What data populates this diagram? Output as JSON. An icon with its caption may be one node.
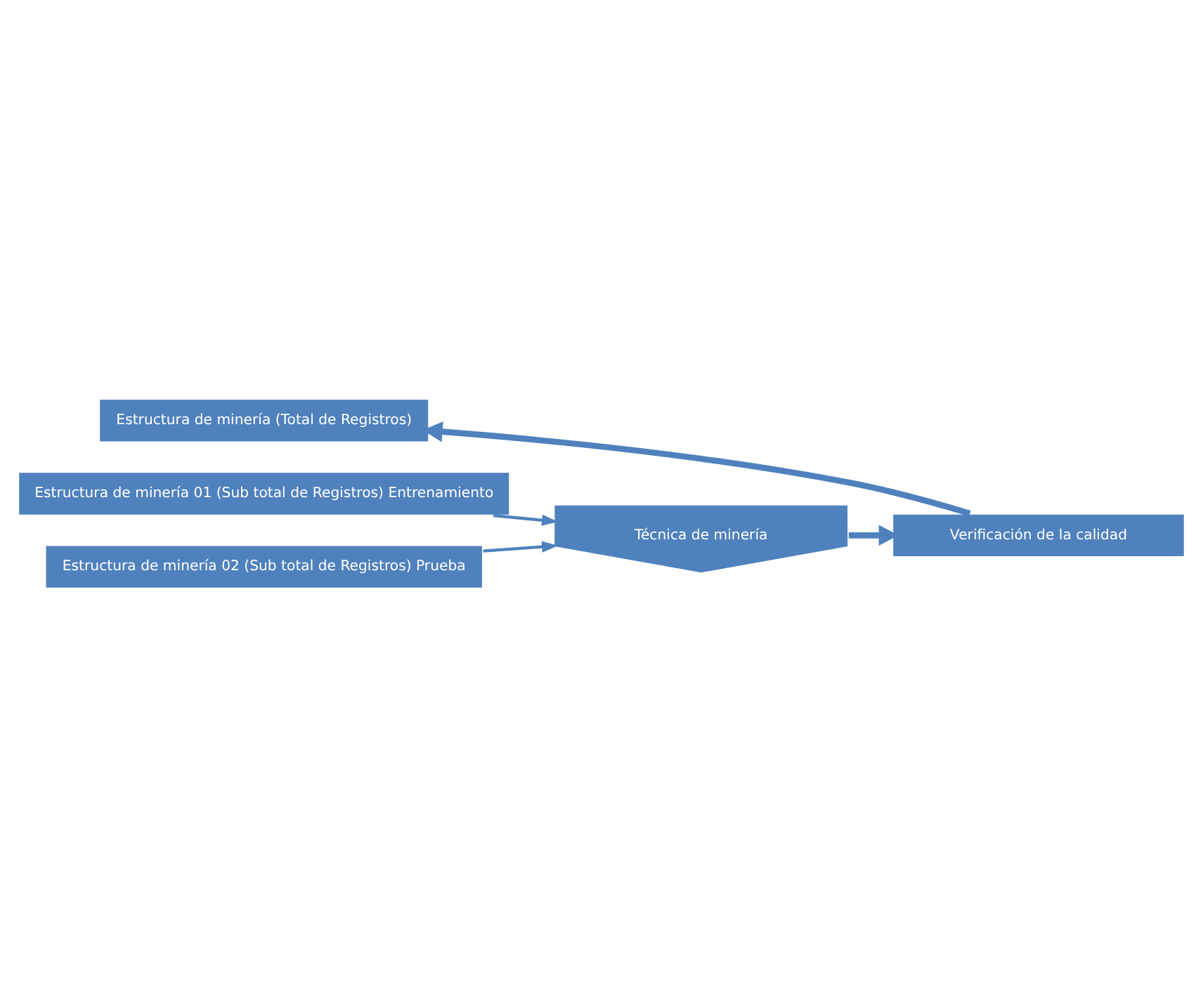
{
  "diagram": {
    "nodes": [
      {
        "text": [
          "Estructura de minería (Total de Registros)"
        ]
      },
      {
        "text": [
          "Estructura de minería 01 (Sub total de Registros) Entrenamiento"
        ]
      },
      {
        "text": [
          "Estructura de minería 02 (Sub total de Registros) Prueba"
        ]
      },
      {
        "text": [
          "Técnica de minería"
        ]
      },
      {
        "text": [
          "Verificación de la calidad"
        ]
      }
    ],
    "edges": [
      {
        "from": 1,
        "to": 3,
        "arrow": "to"
      },
      {
        "from": 2,
        "to": 3,
        "arrow": "to"
      },
      {
        "from": 3,
        "to": 4,
        "arrow": "to",
        "style": "thick"
      },
      {
        "from": 4,
        "to": 0,
        "arrow": "to",
        "style": "thick"
      }
    ]
  }
}
